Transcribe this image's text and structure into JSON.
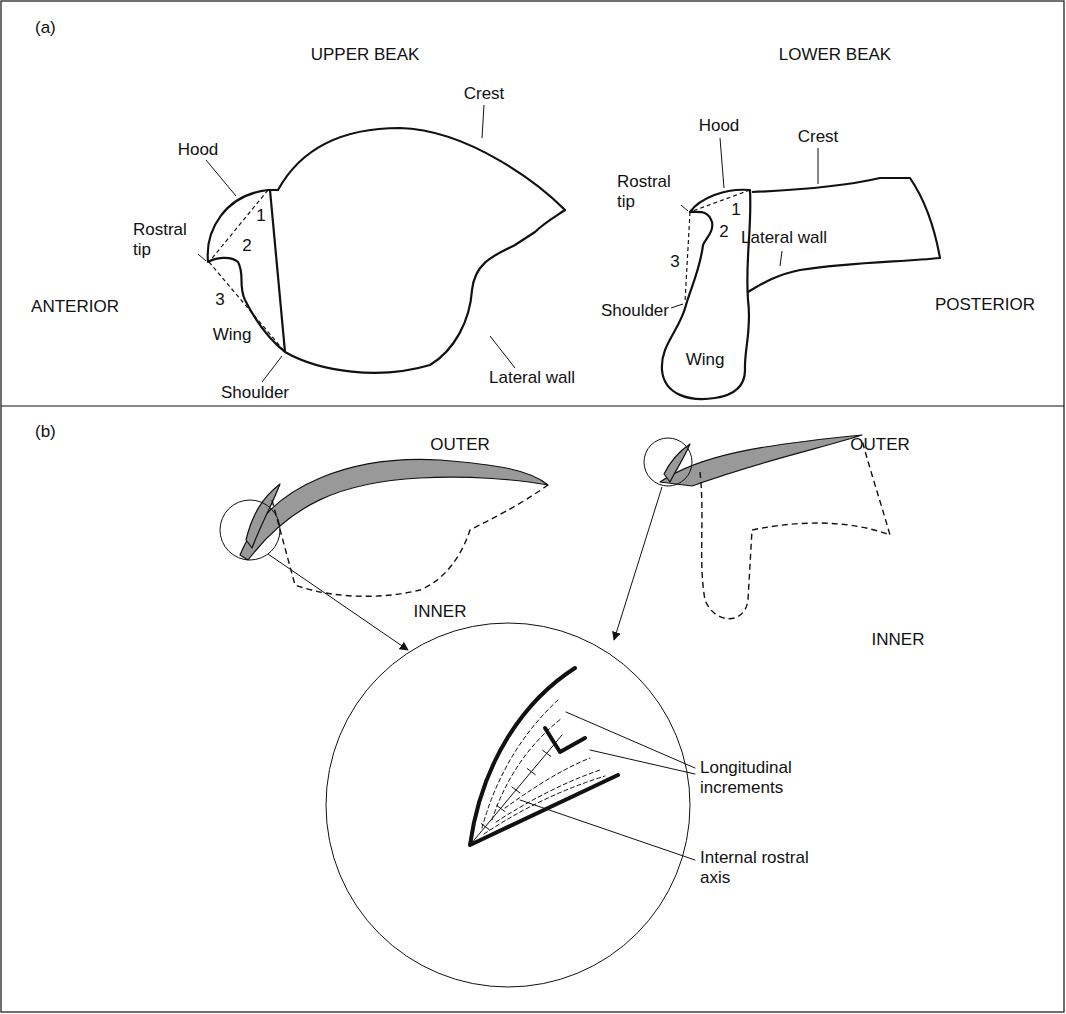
{
  "diagram": {
    "labels": [
      "(a)",
      "UPPER BEAK",
      "LOWER BEAK",
      "Crest",
      "Hood",
      "1",
      "Rostral tip",
      "2",
      "3",
      "ANTERIOR",
      "Wing",
      "Shoulder",
      "Lateral wall",
      "Crest",
      "Hood",
      "1",
      "Rostral tip",
      "2",
      "3",
      "Shoulder",
      "Lateral wall",
      "Wing",
      "POSTERIOR",
      "(b)",
      "OUTER",
      "OUTER",
      "INNER",
      "INNER",
      "Longitudinal increments",
      "Internal rostral axis"
    ]
  }
}
